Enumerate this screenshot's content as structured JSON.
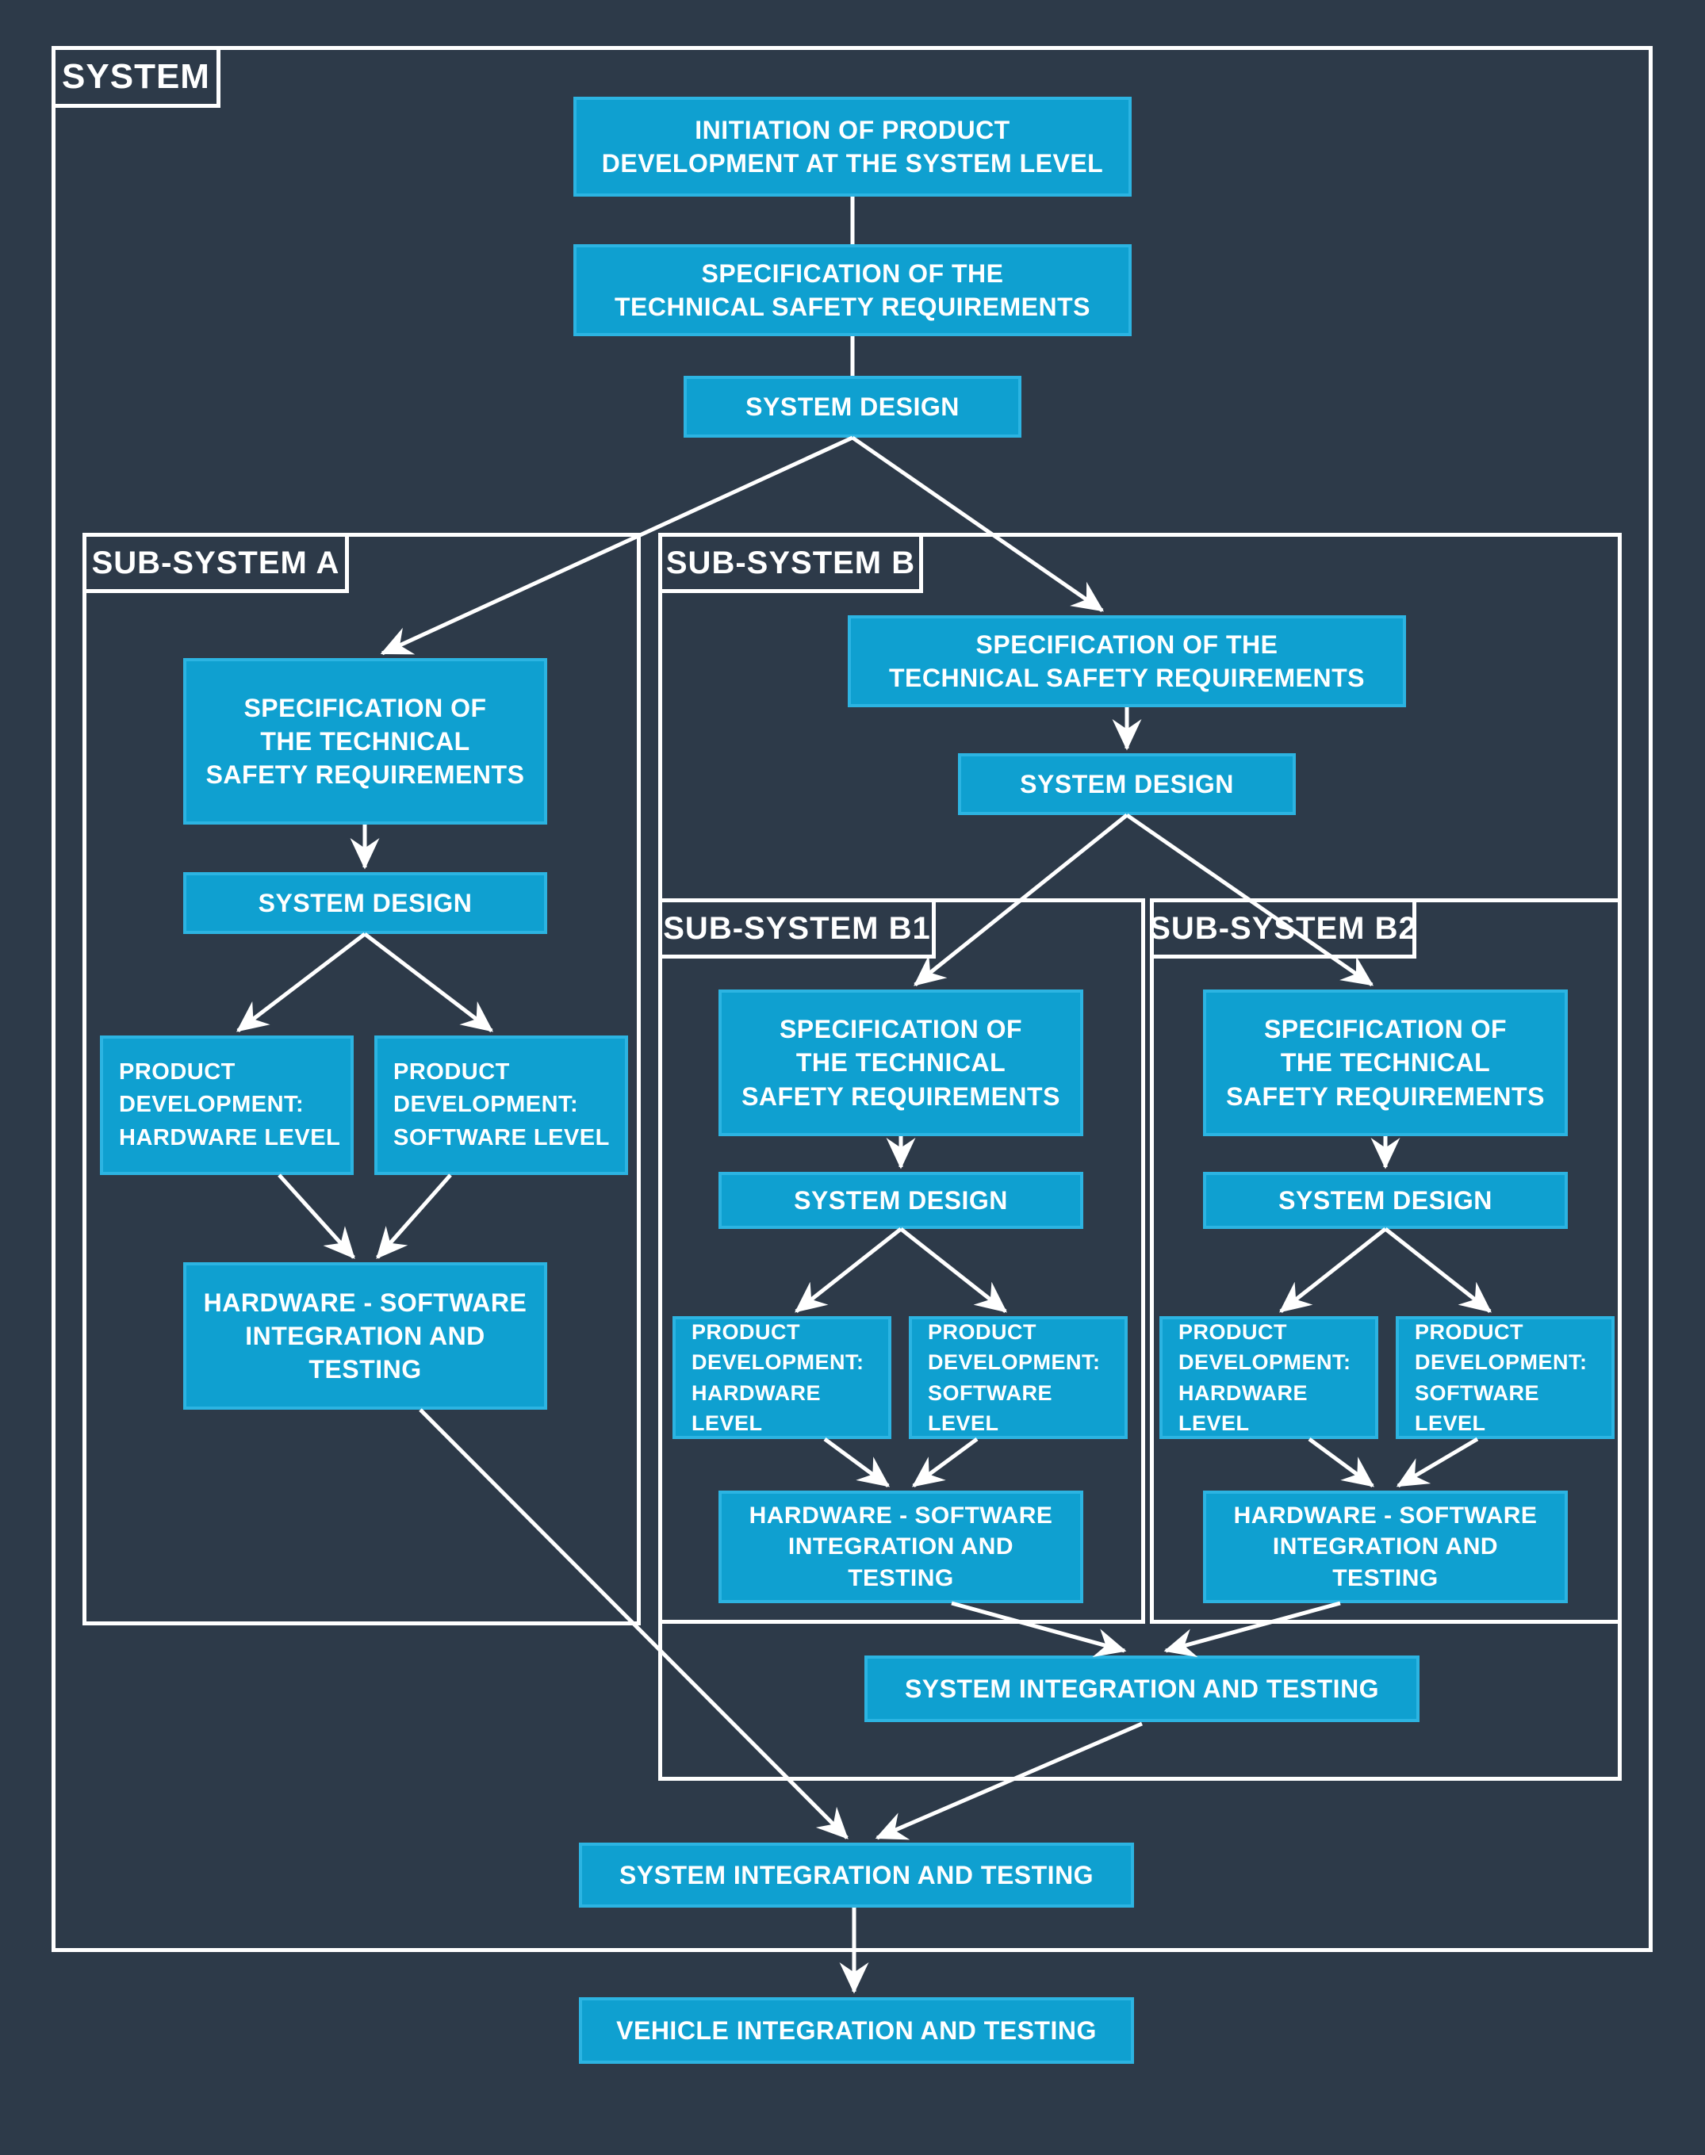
{
  "colors": {
    "background": "#2d3a49",
    "node_fill": "#0fa0d0",
    "node_border": "#2cb4e2",
    "container_border": "#ffffff",
    "connector": "#ffffff",
    "text": "#ffffff"
  },
  "containers": {
    "system": {
      "label": "SYSTEM"
    },
    "sub_a": {
      "label": "SUB-SYSTEM A"
    },
    "sub_b": {
      "label": "SUB-SYSTEM B"
    },
    "sub_b1": {
      "label": "SUB-SYSTEM B1"
    },
    "sub_b2": {
      "label": "SUB-SYSTEM B2"
    }
  },
  "nodes": {
    "initiation": {
      "text": "INITIATION OF PRODUCT\nDEVELOPMENT AT THE SYSTEM LEVEL"
    },
    "spec_system": {
      "text": "SPECIFICATION OF THE\nTECHNICAL SAFETY REQUIREMENTS"
    },
    "system_design": {
      "text": "SYSTEM DESIGN"
    },
    "a_spec": {
      "text": "SPECIFICATION OF\nTHE TECHNICAL\nSAFETY REQUIREMENTS"
    },
    "a_system_design": {
      "text": "SYSTEM DESIGN"
    },
    "a_pd_hardware": {
      "text": "PRODUCT\nDEVELOPMENT:\nHARDWARE LEVEL"
    },
    "a_pd_software": {
      "text": "PRODUCT\nDEVELOPMENT:\nSOFTWARE LEVEL"
    },
    "a_hw_sw_integration": {
      "text": "HARDWARE - SOFTWARE\nINTEGRATION AND\nTESTING"
    },
    "b_spec": {
      "text": "SPECIFICATION OF THE\nTECHNICAL SAFETY REQUIREMENTS"
    },
    "b_system_design": {
      "text": "SYSTEM DESIGN"
    },
    "b1_spec": {
      "text": "SPECIFICATION OF\nTHE TECHNICAL\nSAFETY REQUIREMENTS"
    },
    "b1_system_design": {
      "text": "SYSTEM DESIGN"
    },
    "b1_pd_hardware": {
      "text": "PRODUCT\nDEVELOPMENT:\nHARDWARE LEVEL"
    },
    "b1_pd_software": {
      "text": "PRODUCT\nDEVELOPMENT:\nSOFTWARE LEVEL"
    },
    "b1_hw_sw_integration": {
      "text": "HARDWARE - SOFTWARE\nINTEGRATION AND\nTESTING"
    },
    "b2_spec": {
      "text": "SPECIFICATION OF\nTHE TECHNICAL\nSAFETY REQUIREMENTS"
    },
    "b2_system_design": {
      "text": "SYSTEM DESIGN"
    },
    "b2_pd_hardware": {
      "text": "PRODUCT\nDEVELOPMENT:\nHARDWARE LEVEL"
    },
    "b2_pd_software": {
      "text": "PRODUCT\nDEVELOPMENT:\nSOFTWARE LEVEL"
    },
    "b2_hw_sw_integration": {
      "text": "HARDWARE - SOFTWARE\nINTEGRATION AND\nTESTING"
    },
    "b_integration": {
      "text": "SYSTEM INTEGRATION AND TESTING"
    },
    "system_integration": {
      "text": "SYSTEM INTEGRATION AND TESTING"
    },
    "vehicle_integration": {
      "text": "VEHICLE INTEGRATION AND TESTING"
    }
  }
}
